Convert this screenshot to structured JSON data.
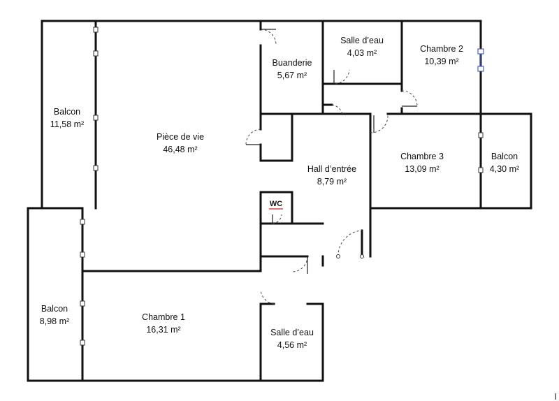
{
  "rooms": {
    "balcon_1": {
      "name": "Balcon",
      "area": "11,58 m²"
    },
    "piece_vie": {
      "name": "Pièce de vie",
      "area": "46,48 m²"
    },
    "buanderie": {
      "name": "Buanderie",
      "area": "5,67 m²"
    },
    "salle_eau_1": {
      "name": "Salle d’eau",
      "area": "4,03 m²"
    },
    "chambre_2": {
      "name": "Chambre 2",
      "area": "10,39 m²"
    },
    "hall": {
      "name": "Hall d’entrée",
      "area": "8,79 m²"
    },
    "chambre_3": {
      "name": "Chambre 3",
      "area": "13,09 m²"
    },
    "balcon_2": {
      "name": "Balcon",
      "area": "4,30 m²"
    },
    "wc": {
      "name": "WC"
    },
    "balcon_3": {
      "name": "Balcon",
      "area": "8,98 m²"
    },
    "chambre_1": {
      "name": "Chambre 1",
      "area": "16,31 m²"
    },
    "salle_eau_2": {
      "name": "Salle d’eau",
      "area": "4,56 m²"
    }
  },
  "colors": {
    "wall": "#111111",
    "window_highlight": "#4a5fd0",
    "wc_underline": "#d02020"
  }
}
